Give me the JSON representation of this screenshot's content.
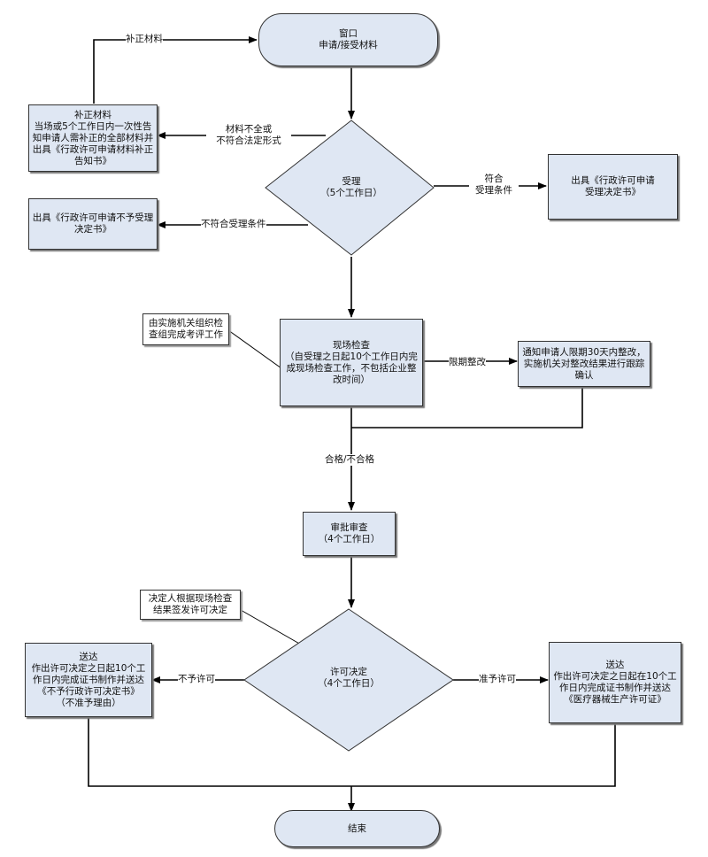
{
  "nodes": {
    "window": [
      "窗口",
      "申请/接受材料"
    ],
    "supplement": [
      "补正材料",
      "当场或5个工作日内一次性告",
      "知申请人需补正的全部材料并",
      "出具《行政许可申请材料补正",
      "告知书》"
    ],
    "accept": [
      "受理",
      "（5个工作日）"
    ],
    "accept_decision": [
      "出具《行政许可申请",
      "受理决定书》"
    ],
    "reject_notice": [
      "出具《行政许可申请不予受理",
      "决定书》"
    ],
    "inspection_note": [
      "由实施机关组织检",
      "查组完成考评工作"
    ],
    "inspection": [
      "现场检查",
      "（自受理之日起10个工作日内完",
      "成现场检查工作，不包括企业整",
      "改时间）"
    ],
    "rectify": [
      "通知申请人限期30天内整改，",
      "实施机关对整改结果进行跟踪",
      "确认"
    ],
    "review": [
      "审批审查",
      "（4个工作日）"
    ],
    "decider_note": [
      "决定人根据现场检查",
      "结果签发许可决定"
    ],
    "decision": [
      "许可决定",
      "（4个工作日）"
    ],
    "deny_deliver": [
      "送达",
      "作出许可决定之日起10个工",
      "作日内完成证书制作并送达",
      "《不予行政许可决定书》",
      "（不准予理由）"
    ],
    "grant_deliver": [
      "送达",
      "作出许可决定之日起在10个工",
      "作日内完成证书制作并送达",
      "《医疗器械生产许可证》"
    ],
    "end": [
      "结束"
    ]
  },
  "edge_labels": {
    "supplement_back": "补正材料",
    "incomplete": [
      "材料不全或",
      "不符合法定形式"
    ],
    "qualified": [
      "符合",
      "受理条件"
    ],
    "not_qualified": "不符合受理条件",
    "rectify_limit": "限期整改",
    "pass_fail": "合格/不合格",
    "deny": "不予许可",
    "grant": "准予许可"
  },
  "colors": {
    "fill": "#dfe7f3",
    "stroke": "#333333",
    "shadow": "#777777",
    "line": "#000000"
  }
}
